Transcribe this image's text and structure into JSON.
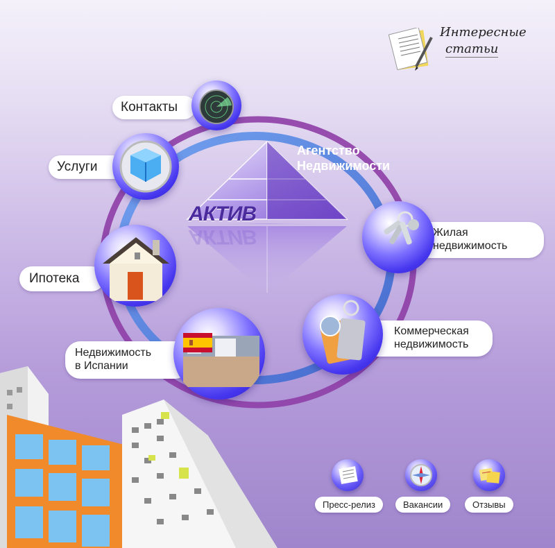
{
  "top_link": {
    "line1": "Интересные",
    "line2": "статьи"
  },
  "brand": {
    "logo_text": "АКТИВ",
    "tagline_line1": "Агентство",
    "tagline_line2": "Недвижимости"
  },
  "menu": {
    "contacts": "Контакты",
    "services": "Услуги",
    "mortgage": "Ипотека",
    "spain_line1": "Недвижимость",
    "spain_line2": "в Испании",
    "residential_line1": "Жилая",
    "residential_line2": "недвижимость",
    "commercial_line1": "Коммерческая",
    "commercial_line2": "недвижимость"
  },
  "footer_buttons": {
    "press": "Пресс-релиз",
    "vacancies": "Вакансии",
    "reviews": "Отзывы"
  },
  "icons": {
    "contacts": "radar-icon",
    "services": "glass-cube-icon",
    "mortgage": "house-icon",
    "spain": "spain-flag-icon",
    "residential": "keys-icon",
    "commercial": "keycards-icon",
    "articles": "document-pencil-icon",
    "press": "press-release-icon",
    "vacancies": "compass-icon",
    "reviews": "sticky-notes-icon"
  },
  "colors": {
    "orb": "#4636ee",
    "ring_blue": "#4c7bd8",
    "ring_purple": "#8a3da3",
    "pill": "#ffffff"
  }
}
